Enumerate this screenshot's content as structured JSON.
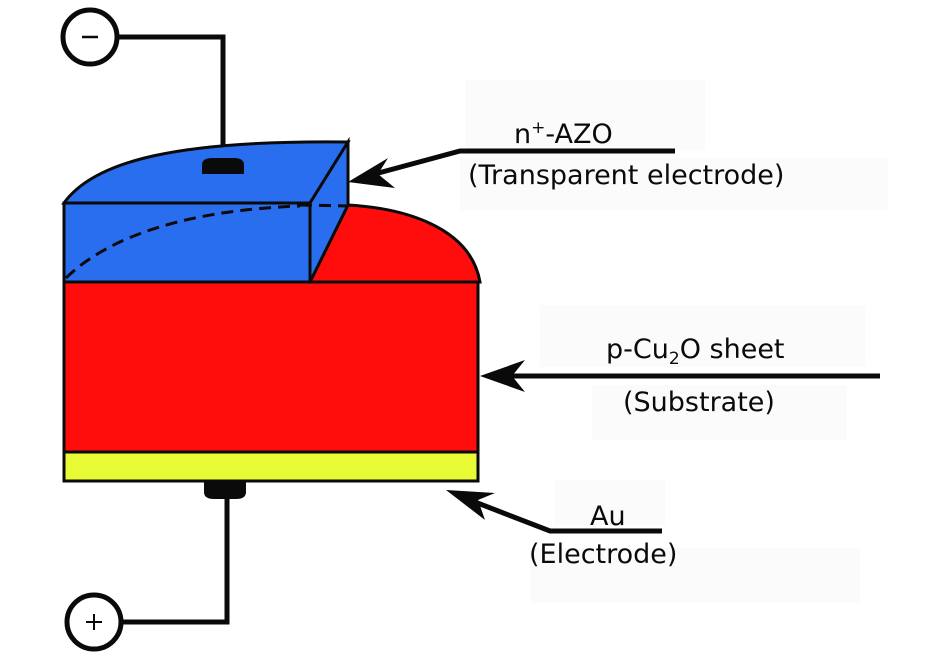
{
  "diagram": {
    "type": "layered device schematic (solar cell heterojunction)",
    "colors": {
      "azo_layer": "#2a6ef0",
      "cu2o_layer": "#ff0d0d",
      "au_layer": "#e8fa33",
      "outline": "#0a0a0a",
      "wire": "#0a0a0a",
      "label_backdrop": "#fbfbfb"
    },
    "terminals": {
      "negative": {
        "symbol": "−",
        "name": "negative terminal"
      },
      "positive": {
        "symbol": "+",
        "name": "positive terminal"
      }
    },
    "labels": {
      "azo": {
        "prefix": "n",
        "superscript": "+",
        "suffix": "-AZO",
        "subtitle": "(Transparent electrode)"
      },
      "cu2o": {
        "prefix": "p-Cu",
        "subscript": "2",
        "suffix": "O sheet",
        "subtitle": "(Substrate)"
      },
      "au": {
        "title": "Au",
        "subtitle": "(Electrode)"
      }
    }
  }
}
